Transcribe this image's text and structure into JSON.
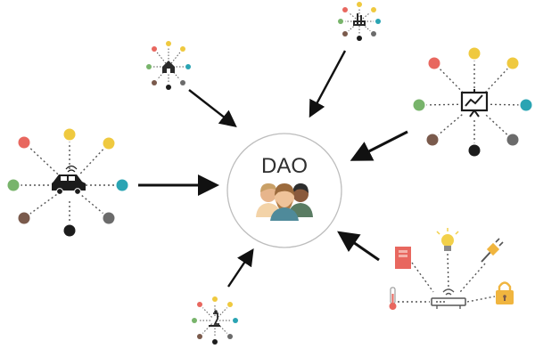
{
  "center": {
    "label": "DAO",
    "circle_stroke": "#bdbdbd",
    "icon": "people-group-icon"
  },
  "colors": {
    "red": "#e8675f",
    "yellow": "#efc93f",
    "green": "#78b46b",
    "teal": "#2aa4b3",
    "brown": "#7a5a4c",
    "gray": "#6b6b6b",
    "black": "#1c1c1c",
    "arrow": "#111111",
    "dotted_line": "#555555"
  },
  "clusters": [
    {
      "id": "vehicle",
      "icon": "car-icon"
    },
    {
      "id": "home",
      "icon": "house-icon"
    },
    {
      "id": "factory",
      "icon": "factory-icon"
    },
    {
      "id": "presentation",
      "icon": "presentation-chart-icon"
    },
    {
      "id": "lab",
      "icon": "microscope-icon"
    },
    {
      "id": "iot-devices",
      "icon": "router-icon",
      "devices": [
        "battery-icon",
        "lightbulb-icon",
        "plug-icon",
        "thermometer-icon",
        "padlock-icon"
      ]
    }
  ],
  "arrows": [
    {
      "from": "vehicle",
      "to": "center"
    },
    {
      "from": "home",
      "to": "center"
    },
    {
      "from": "factory",
      "to": "center"
    },
    {
      "from": "presentation",
      "to": "center"
    },
    {
      "from": "lab",
      "to": "center"
    },
    {
      "from": "iot-devices",
      "to": "center"
    }
  ]
}
